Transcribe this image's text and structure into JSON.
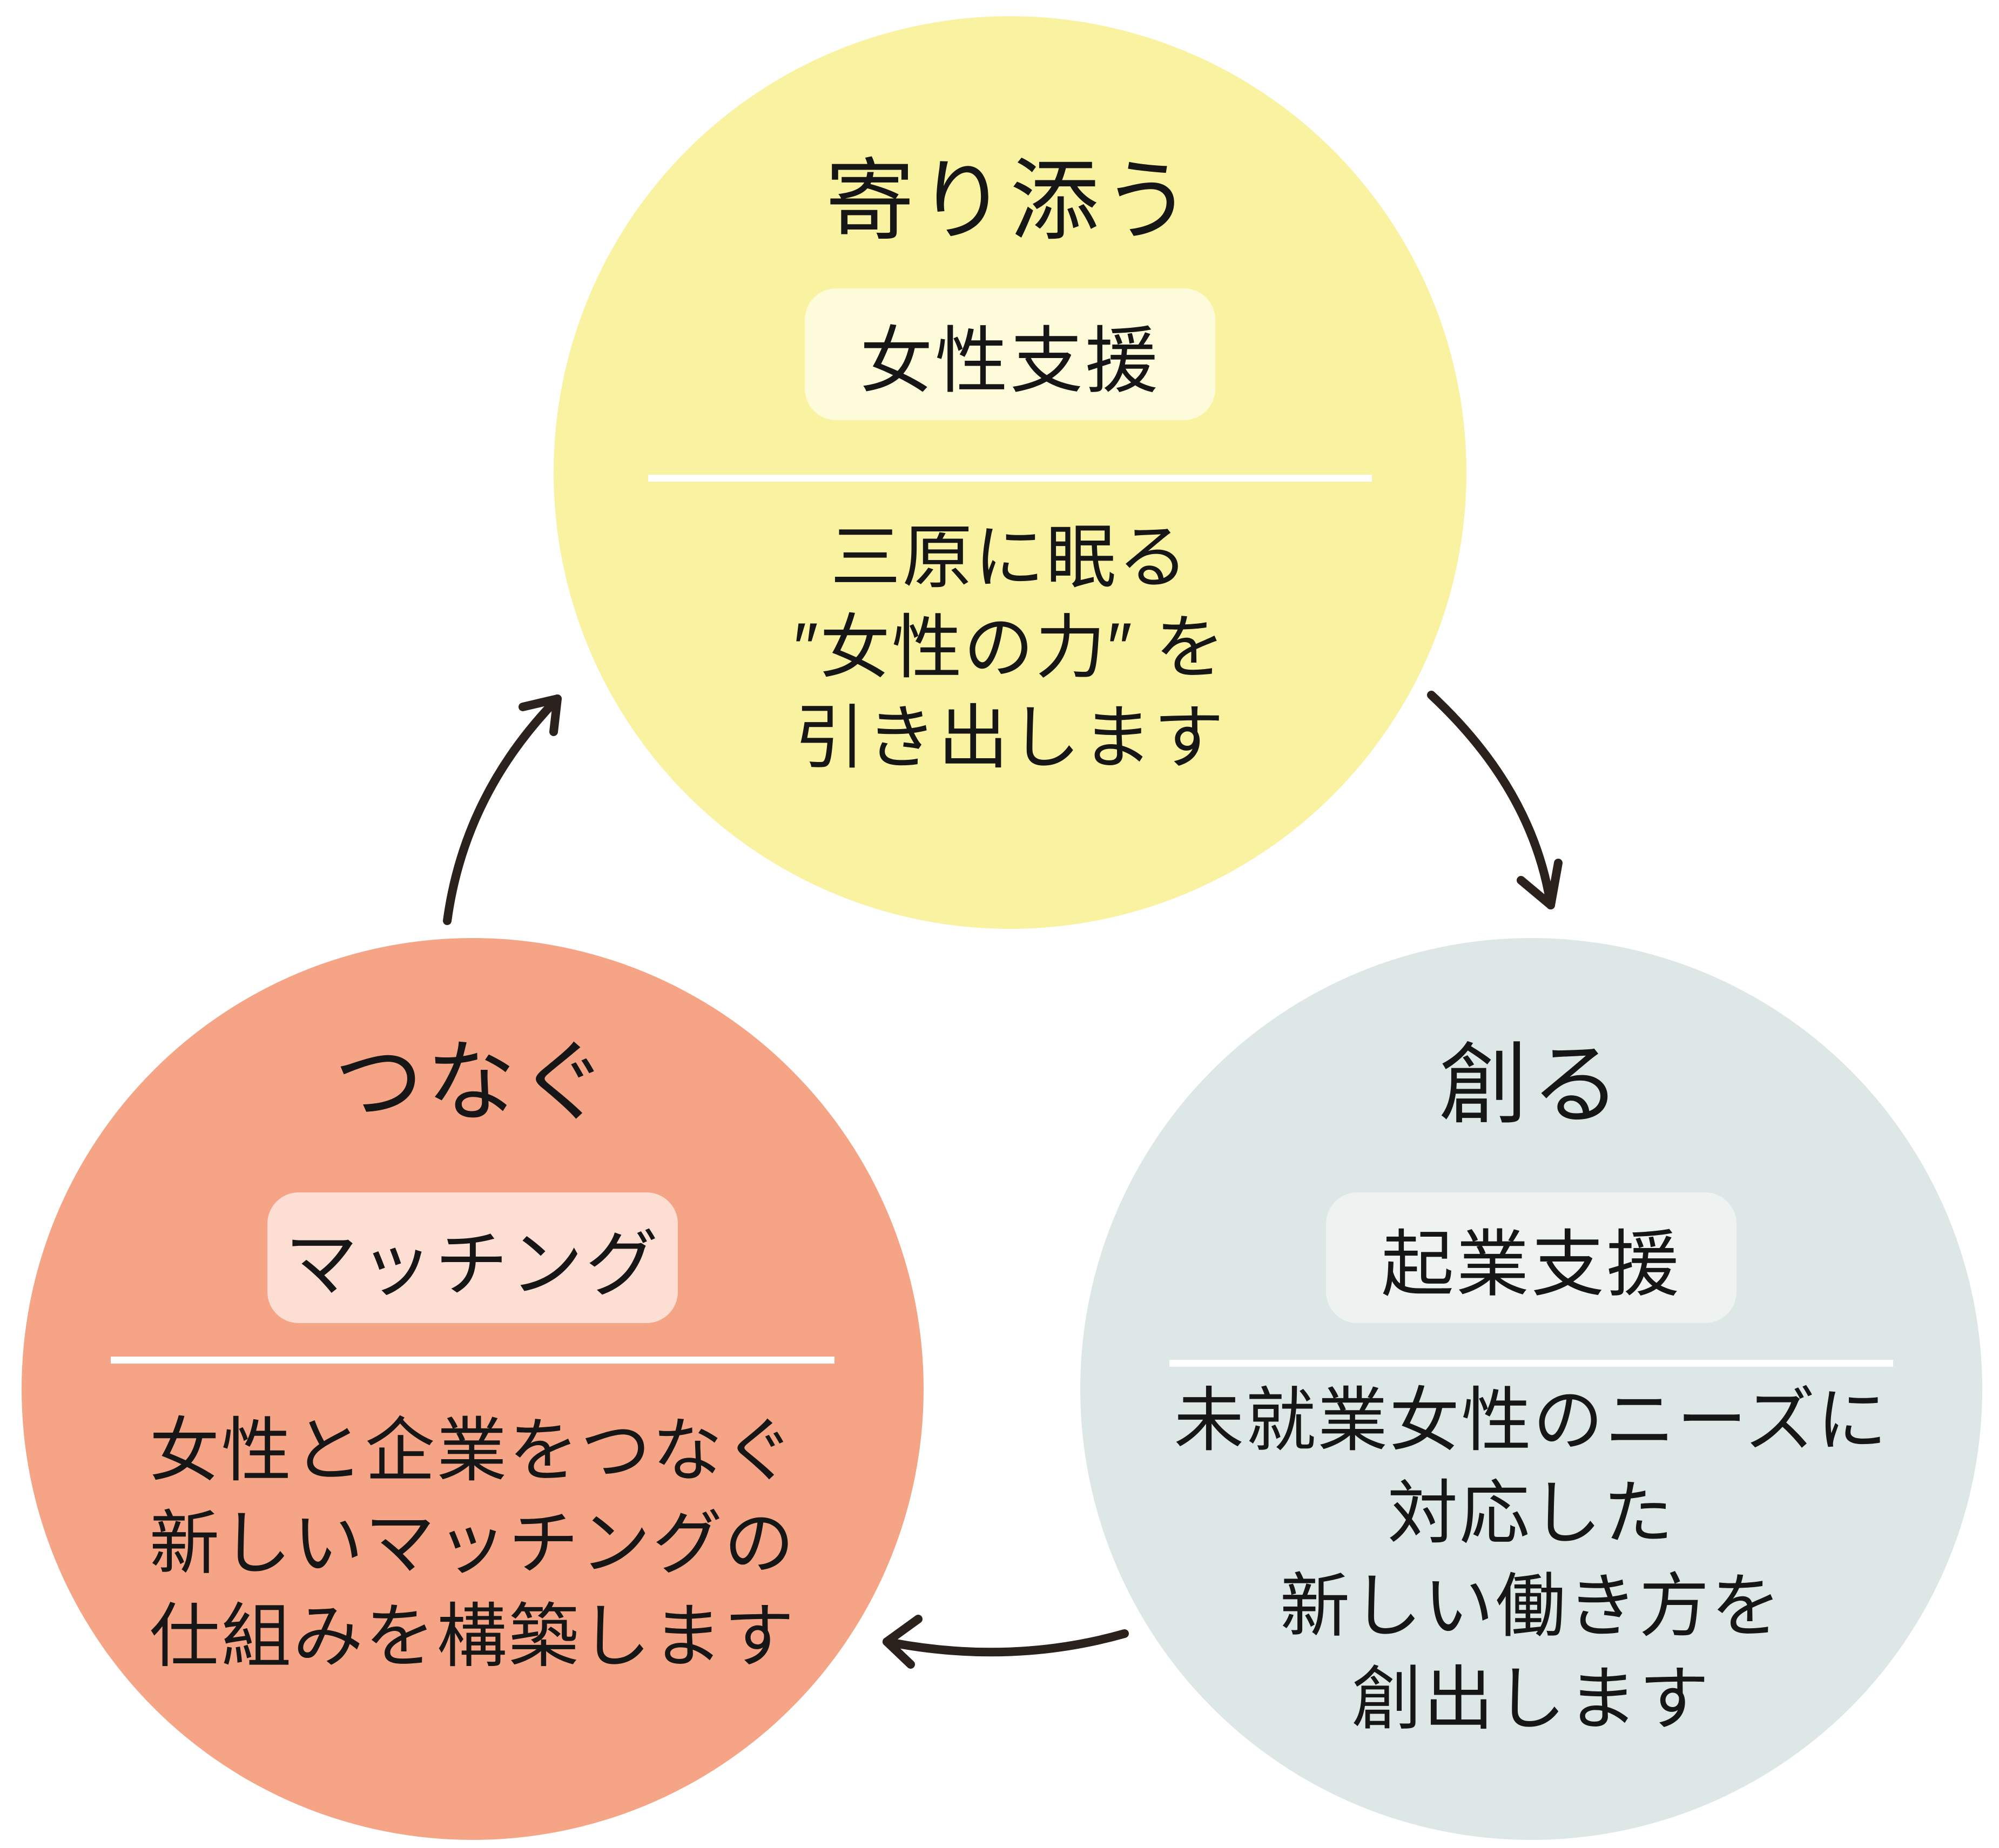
{
  "diagram": {
    "background": "#ffffff",
    "text_color": "#161616",
    "arrow_color": "#2b211d",
    "divider_color": "#ffffff",
    "circles": [
      {
        "id": "yorisou",
        "title": "寄り添う",
        "badge": "女性支援",
        "fill": "#f9f2a0",
        "badge_fill": "#fdfbda",
        "body_lines": [
          "三原に眠る",
          "″女性の力″ を",
          "引き出します"
        ]
      },
      {
        "id": "tsunagu",
        "title": "つなぐ",
        "badge": "マッチング",
        "fill": "#f5a585",
        "badge_fill": "#fcded2",
        "body_lines": [
          "女性と企業をつなぐ",
          "新しいマッチングの",
          "仕組みを構築します"
        ]
      },
      {
        "id": "tsukuru",
        "title": "創る",
        "badge": "起業支援",
        "fill": "#dde7e6",
        "badge_fill": "#eef3f2",
        "body_lines": [
          "未就業女性のニーズに",
          "対応した",
          "新しい働き方を",
          "創出します"
        ]
      }
    ],
    "arrows": [
      {
        "name": "left-to-top",
        "direction": "up-right"
      },
      {
        "name": "top-to-right",
        "direction": "down-right"
      },
      {
        "name": "right-to-left",
        "direction": "left"
      }
    ]
  }
}
